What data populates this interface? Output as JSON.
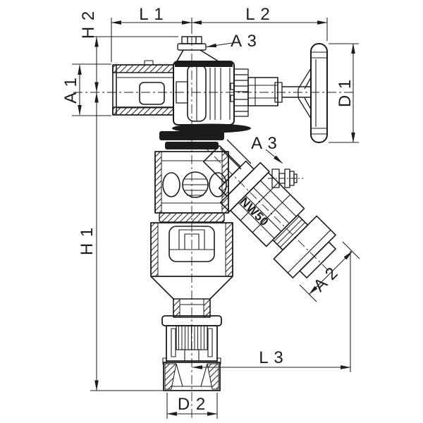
{
  "drawing": {
    "background": "#ffffff",
    "ink": "#1c1c1c",
    "labels": {
      "h2": "H 2",
      "h1": "H 1",
      "a1": "A 1",
      "l1": "L 1",
      "l2": "L 2",
      "d1": "D 1",
      "a3_top": "A 3",
      "a3_branch": "A 3",
      "nw50": "NW50",
      "a2": "A 2",
      "l3": "L 3",
      "d2": "D 2"
    }
  }
}
